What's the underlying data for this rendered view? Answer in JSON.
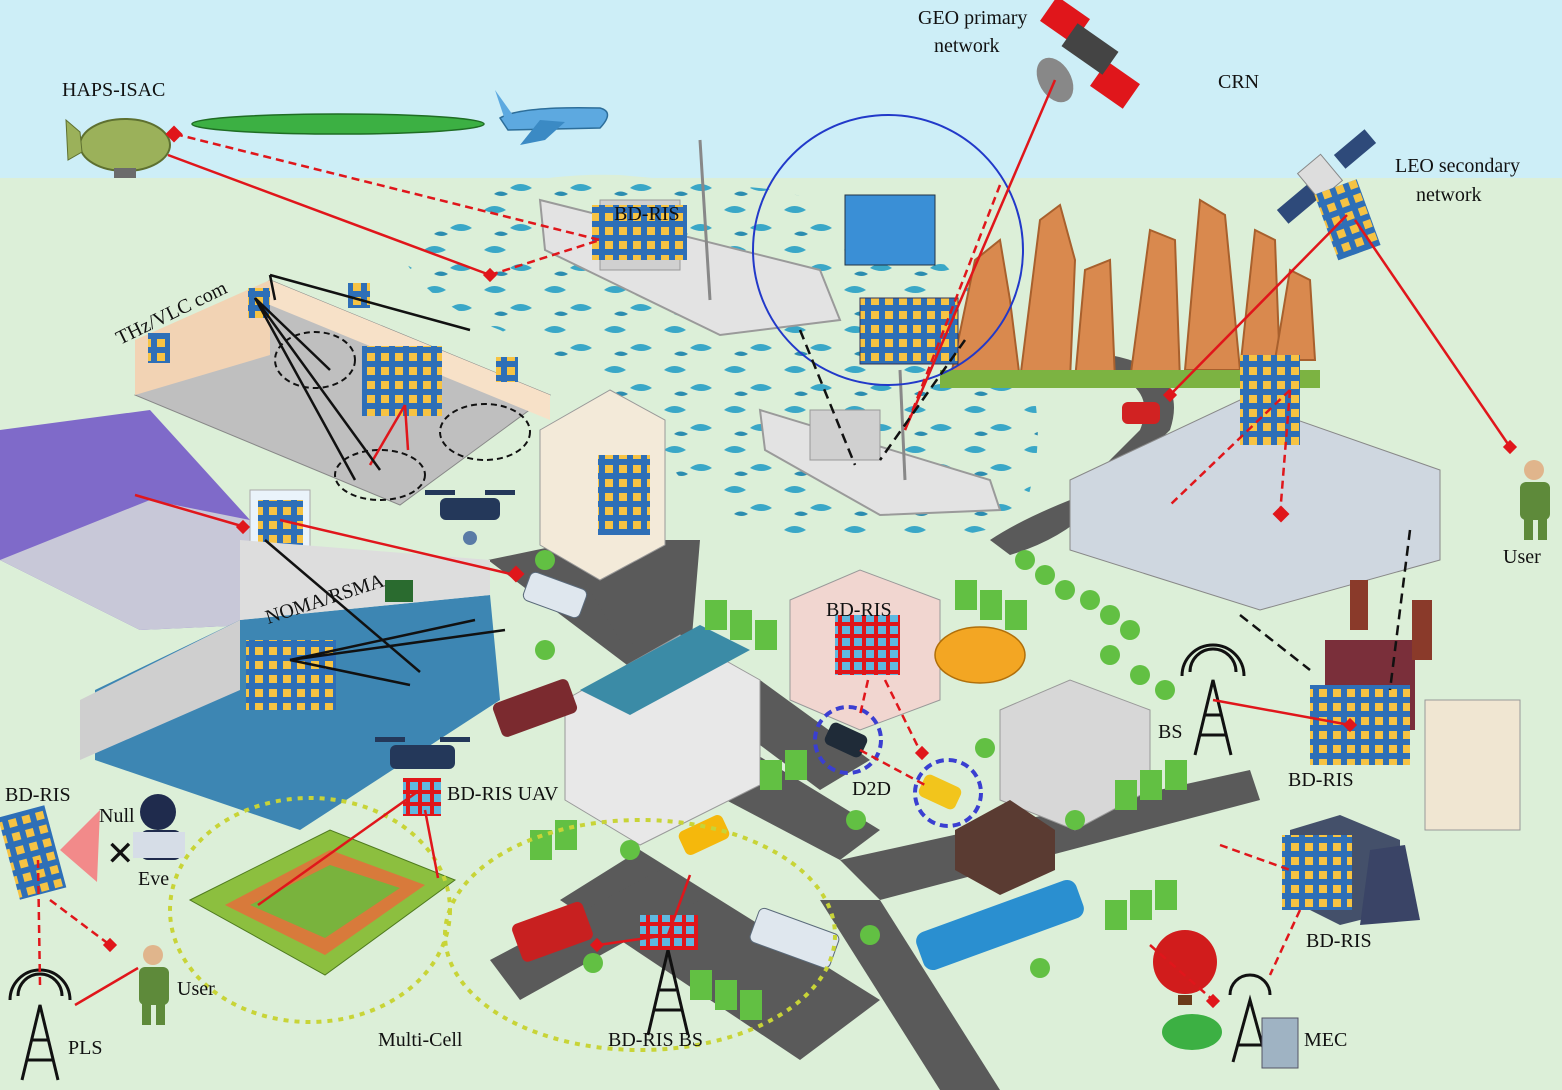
{
  "colors": {
    "sky": "#cdeef7",
    "ground": "#dcefd8",
    "water": "#3aa7c7",
    "road": "#5a5a5a",
    "link": "#e0161b",
    "ris_panel": "#2e6fb7",
    "ris_cell": "#f6c343",
    "beam": "#111111",
    "circle_blue": "#2239c9",
    "multicell_ring": "#c8d437",
    "d2d_ring": "#3a3fd1",
    "rock": "#d9894e"
  },
  "labels": {
    "haps": "HAPS-ISAC",
    "geo_l1": "GEO primary",
    "geo_l2": "network",
    "crn": "CRN",
    "leo_l1": "LEO secondary",
    "leo_l2": "network",
    "ris_ship": "BD-RIS",
    "thz": "THz/VLC com",
    "noma": "NOMA/RSMA",
    "ris_building": "BD-RIS",
    "user_right": "User",
    "ris_left": "BD-RIS",
    "null": "Null",
    "eve": "Eve",
    "ris_uav": "BD-RIS UAV",
    "d2d": "D2D",
    "bs": "BS",
    "ris_factory": "BD-RIS",
    "ris_mec": "BD-RIS",
    "user_left": "User",
    "pls": "PLS",
    "multicell": "Multi-Cell",
    "ris_bs": "BD-RIS BS",
    "mec": "MEC"
  },
  "icons": [
    "haps-airship-icon",
    "airplane-icon",
    "geo-satellite-icon",
    "leo-satellite-icon",
    "ship-icon",
    "drone-icon",
    "antenna-tower-icon",
    "user-icon",
    "eavesdropper-icon",
    "balloon-icon",
    "factory-icon",
    "stadium-icon",
    "bus-icon",
    "car-icon",
    "train-icon"
  ]
}
